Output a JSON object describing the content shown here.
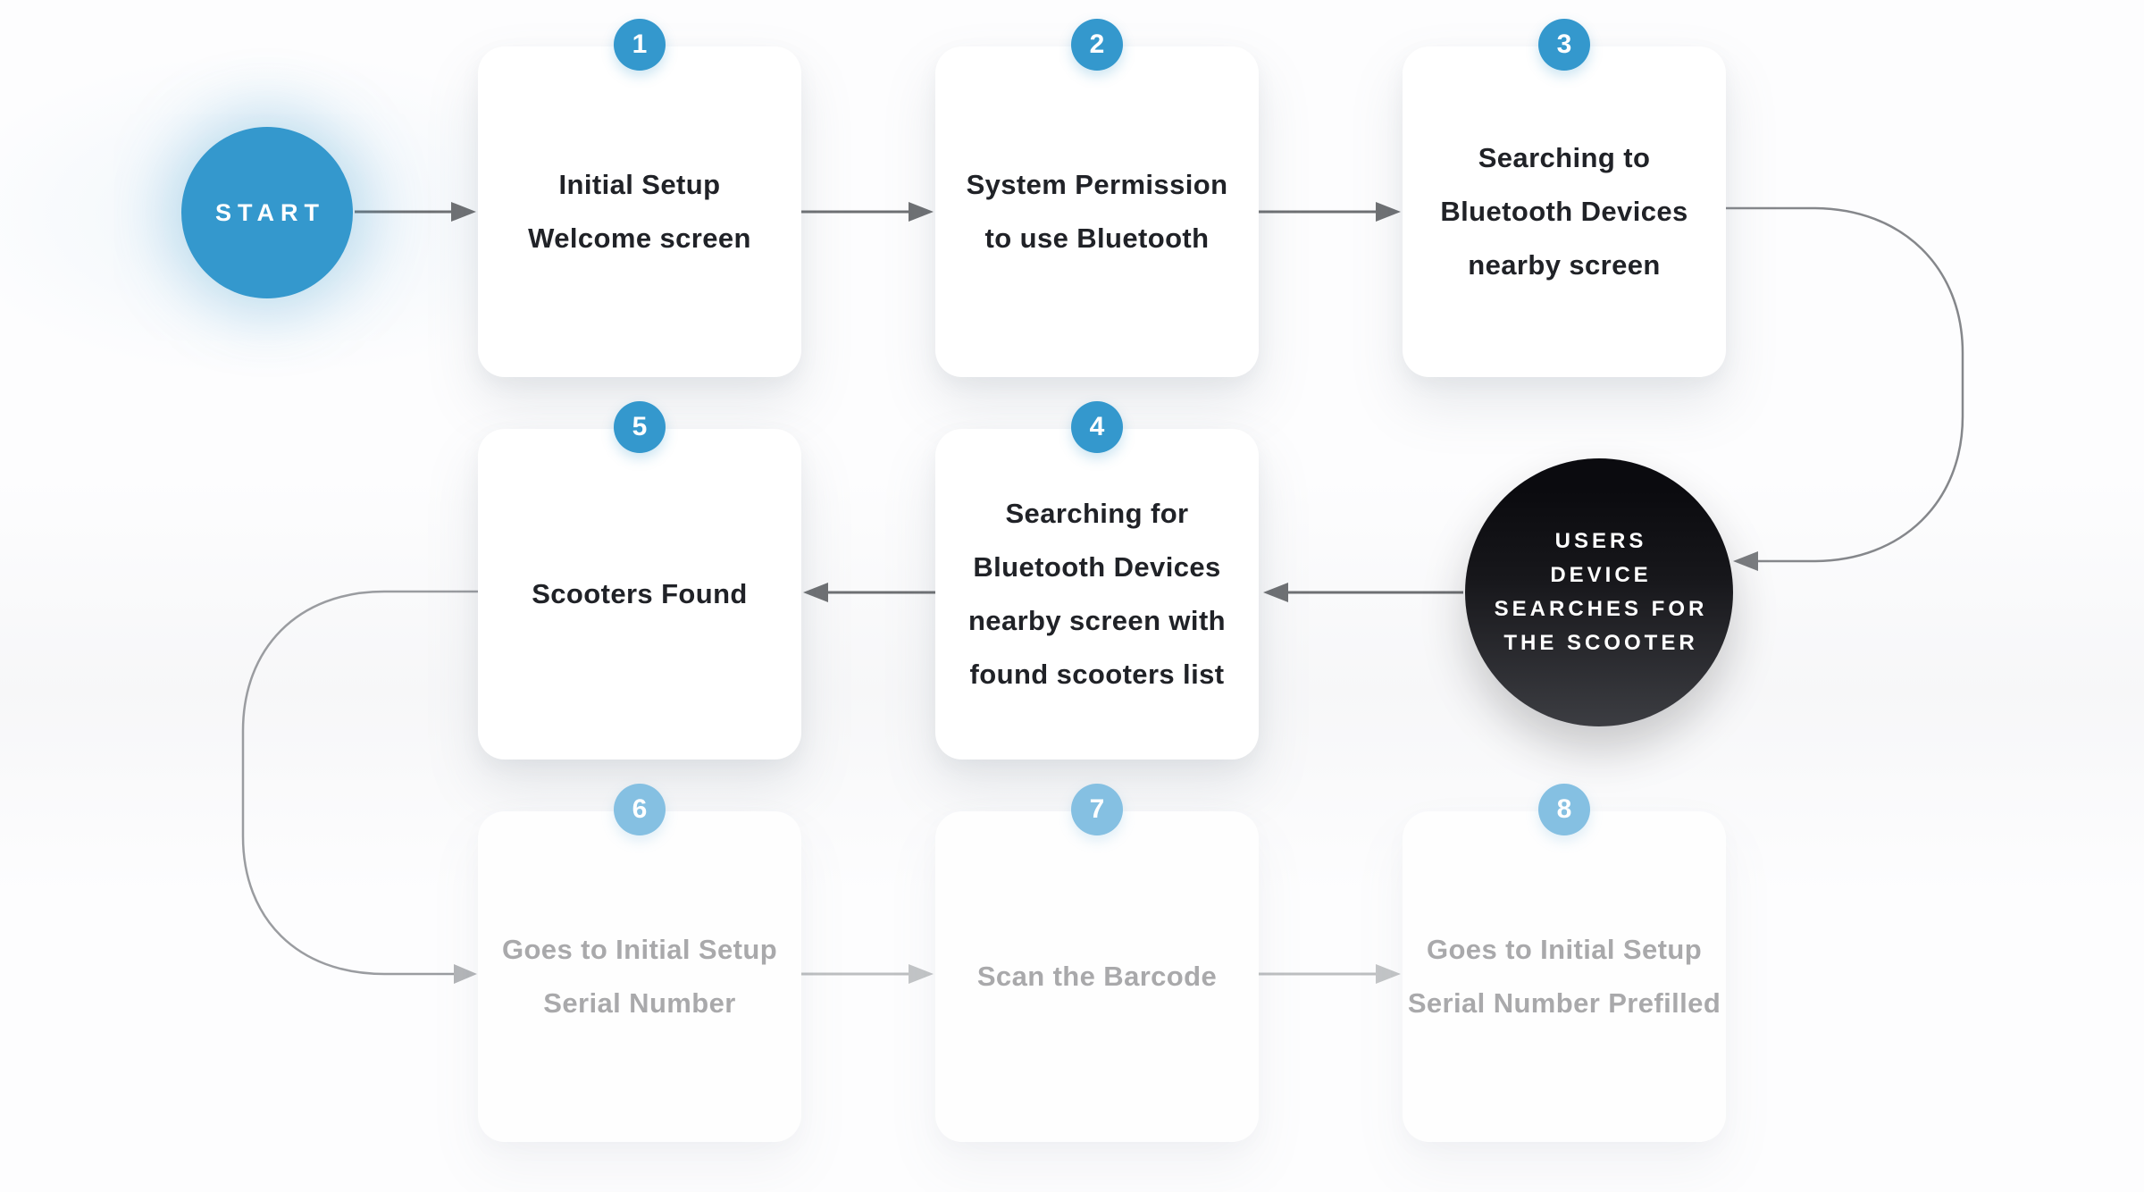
{
  "diagram": {
    "title_hint": "scooter-bluetooth-setup-user-flow",
    "start": {
      "label": "START"
    },
    "steps": [
      {
        "number": "1",
        "state": "active",
        "lines": [
          "Initial Setup",
          "Welcome screen"
        ]
      },
      {
        "number": "2",
        "state": "active",
        "lines": [
          "System Permission",
          "to use Bluetooth"
        ]
      },
      {
        "number": "3",
        "state": "active",
        "lines": [
          "Searching to",
          "Bluetooth Devices",
          "nearby screen"
        ]
      },
      {
        "number": "4",
        "state": "active",
        "lines": [
          "Searching for",
          "Bluetooth Devices",
          "nearby screen with",
          "found scooters list"
        ]
      },
      {
        "number": "5",
        "state": "active",
        "lines": [
          "Scooters Found"
        ]
      },
      {
        "number": "6",
        "state": "faded",
        "lines": [
          "Goes to Initial Setup",
          "Serial Number"
        ]
      },
      {
        "number": "7",
        "state": "faded",
        "lines": [
          "Scan the Barcode"
        ]
      },
      {
        "number": "8",
        "state": "faded",
        "lines": [
          "Goes to Initial Setup",
          "Serial Number Prefilled"
        ]
      }
    ],
    "connector_node": {
      "lines": [
        "USERS",
        "DEVICE",
        "SEARCHES FOR",
        "THE SCOOTER"
      ]
    },
    "colors": {
      "primary_blue": "#3498cd",
      "faded_badge_blue": "#85c0e2",
      "dark_node_top": "#0b0b0f",
      "dark_node_bottom": "#3c3d42",
      "arrow_dark": "#6e7073",
      "arrow_light": "#bdbfc1",
      "text_dark": "#202227",
      "text_faded": "#a9a9ab",
      "card_bg": "#ffffff",
      "page_bg": "#fdfdfe"
    }
  }
}
